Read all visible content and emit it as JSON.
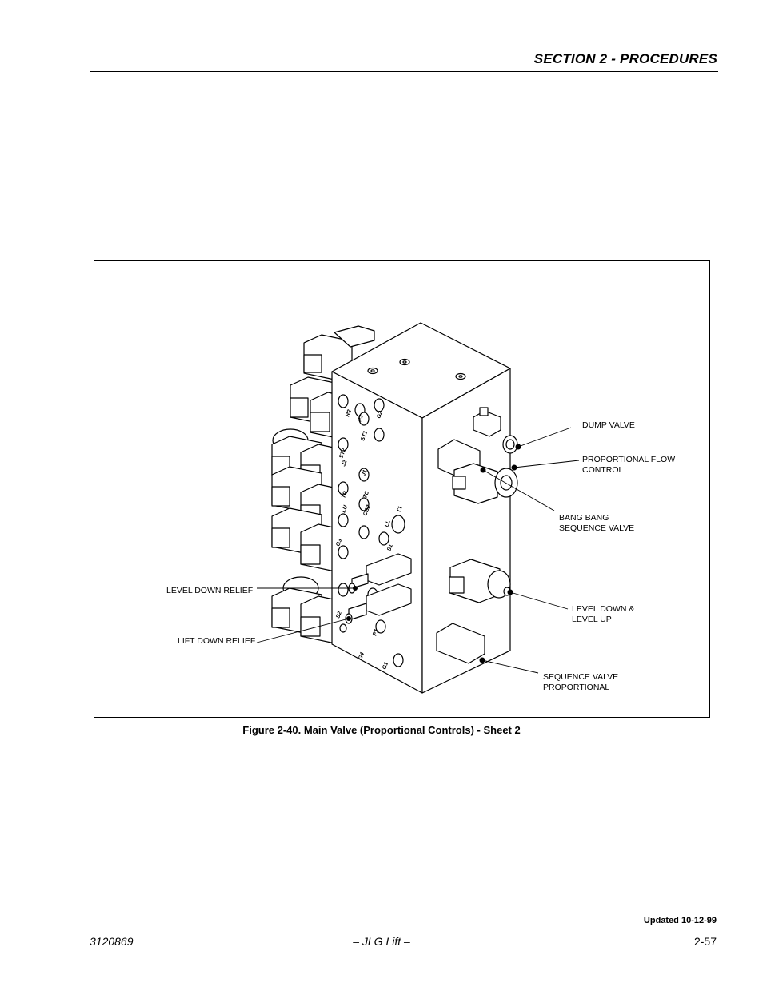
{
  "header": {
    "section_title": "SECTION 2 - PROCEDURES"
  },
  "figure": {
    "caption": "Figure 2-40.  Main Valve (Proportional Controls) - Sheet 2",
    "callouts": {
      "dump_valve": "DUMP VALVE",
      "prop_flow_1": "PROPORTIONAL  FLOW",
      "prop_flow_2": "CONTROL",
      "bang_bang_1": "BANG BANG",
      "bang_bang_2": "SEQUENCE  VALVE",
      "level_down_up_1": "LEVEL DOWN &",
      "level_down_up_2": "LEVEL UP",
      "seq_prop_1": "SEQUENCE VALVE",
      "seq_prop_2": "PROPORTIONAL",
      "level_down_relief": "LEVEL DOWN RELIEF",
      "lift_down_relief": "LIFT DOWN RELIEF"
    },
    "port_labels": {
      "r2": "R2",
      "p3": "P3",
      "g2": "G2",
      "st2": "ST2",
      "st1": "ST1",
      "j2": "J2",
      "j1": "J1",
      "tp": "TP",
      "tc": "TC",
      "lu": "LU",
      "cb2": "CB2",
      "ll": "LL",
      "t1": "T1",
      "g3": "G3",
      "s1": "S1",
      "s2": "S2",
      "p1": "P1",
      "g1": "G1",
      "g4": "G4"
    }
  },
  "footer": {
    "updated": "Updated 10-12-99",
    "doc_number": "3120869",
    "center": "– JLG Lift –",
    "page_number": "2-57"
  }
}
